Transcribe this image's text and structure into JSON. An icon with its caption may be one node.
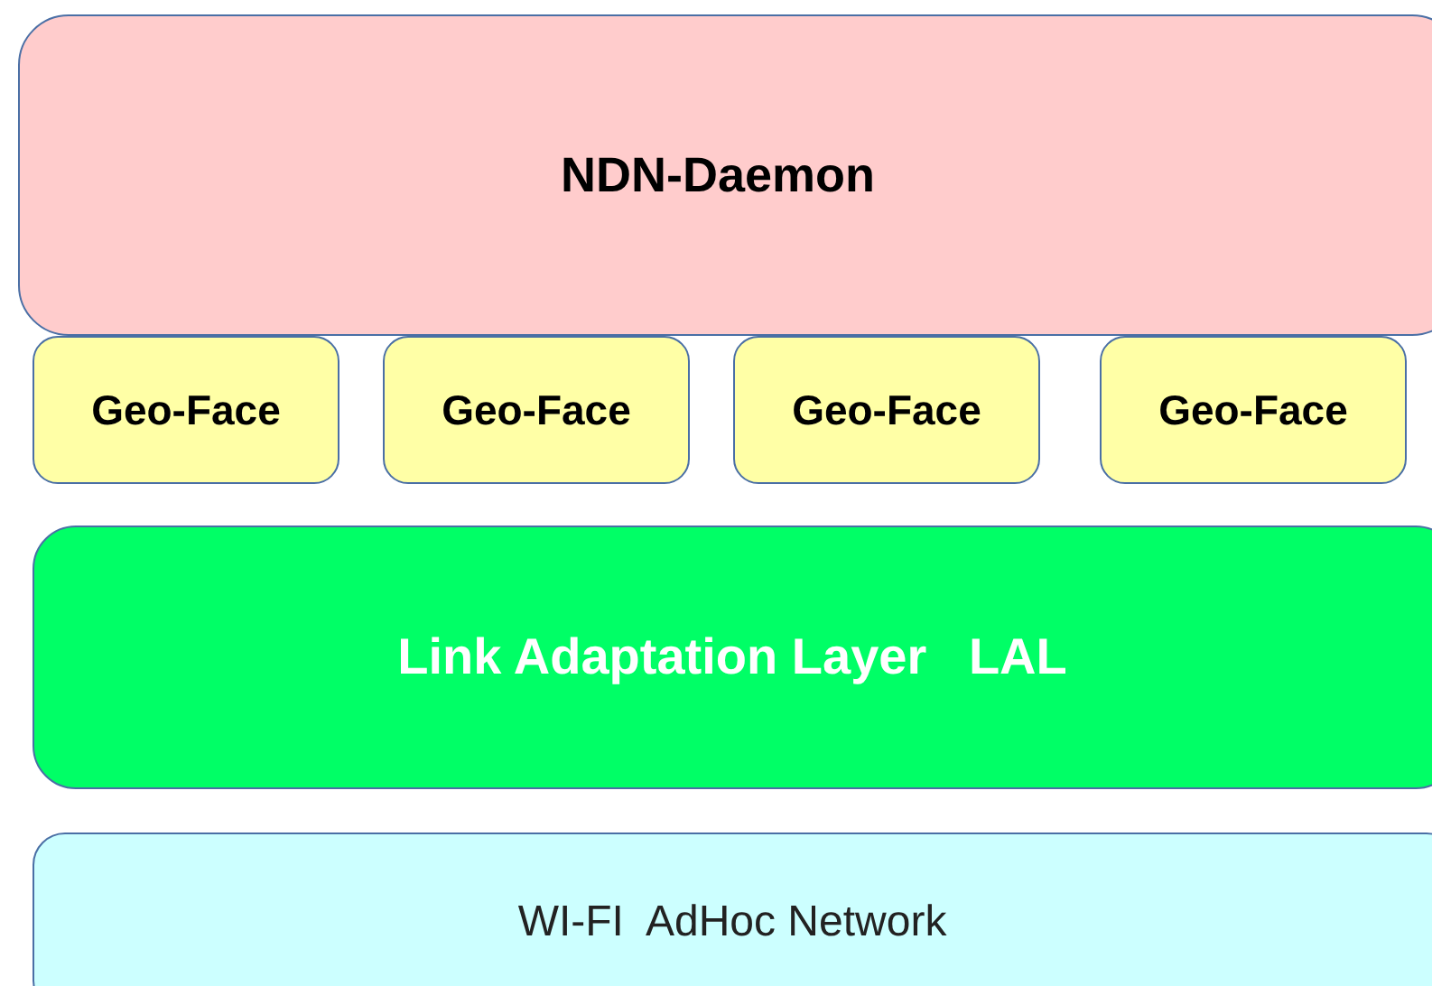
{
  "diagram": {
    "nodes": [
      {
        "text": [
          "NDN-Daemon"
        ]
      },
      {
        "text": [
          "Geo-Face"
        ]
      },
      {
        "text": [
          "Geo-Face"
        ]
      },
      {
        "text": [
          "Geo-Face"
        ]
      },
      {
        "text": [
          "Geo-Face"
        ]
      },
      {
        "text": [
          "Link Adaptation Layer   LAL"
        ]
      },
      {
        "text": [
          "WI-FI  AdHoc Network"
        ]
      }
    ]
  }
}
